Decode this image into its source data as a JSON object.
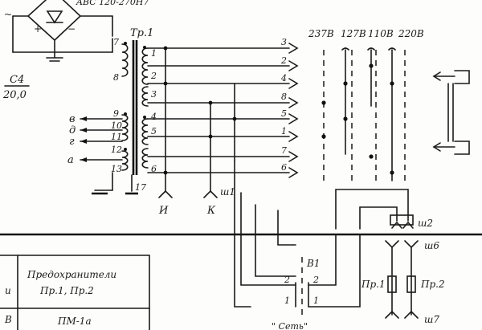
{
  "diagram": {
    "header_fragment": "ABC 120-270H7",
    "capacitor": {
      "name": "C4",
      "value": "20,0"
    },
    "transformer": {
      "name": "Tp.1",
      "pins_left": [
        "7",
        "8",
        "9",
        "10",
        "11",
        "12",
        "13"
      ],
      "pins_right": [
        "1",
        "2",
        "3",
        "4",
        "5",
        "6"
      ],
      "ground_pin": "17"
    },
    "taps_left": [
      "в",
      "д",
      "г",
      "а"
    ],
    "connector_sh1": {
      "name": "ш1",
      "labels": [
        "И",
        "К"
      ]
    },
    "outputs": [
      "3",
      "2",
      "4",
      "8",
      "5",
      "1",
      "7",
      "6"
    ],
    "voltages": [
      "237В",
      "127В",
      "110В",
      "220В"
    ],
    "switch": {
      "name": "В1",
      "pins": [
        "2",
        "2",
        "1",
        "1"
      ]
    },
    "connectors": [
      "ш2",
      "ш6",
      "ш7"
    ],
    "fuses": [
      "Пр.1",
      "Пр.2"
    ],
    "table": {
      "header_line1": "Предохранители",
      "header_line2": "Пр.1, Пр.2",
      "row_value": "ПМ-1а",
      "left_col_header": "и",
      "left_col_row": "В"
    },
    "footer_fragment": "\" Сеть\""
  }
}
